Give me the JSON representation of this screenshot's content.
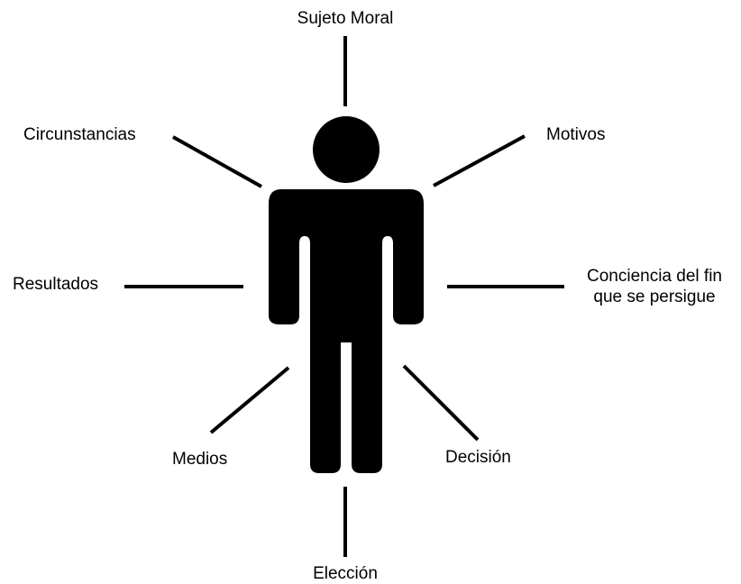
{
  "labels": {
    "top": "Sujeto Moral",
    "top_left": "Circunstancias",
    "top_right": "Motivos",
    "left": "Resultados",
    "right_line1": "Conciencia del fin",
    "right_line2": "que se persigue",
    "bottom_left": "Medios",
    "bottom_right": "Decisión",
    "bottom": "Elección"
  },
  "colors": {
    "figure": "#000000",
    "connector": "#000000",
    "background": "#ffffff"
  },
  "icons": {
    "center": "person-silhouette-icon"
  }
}
